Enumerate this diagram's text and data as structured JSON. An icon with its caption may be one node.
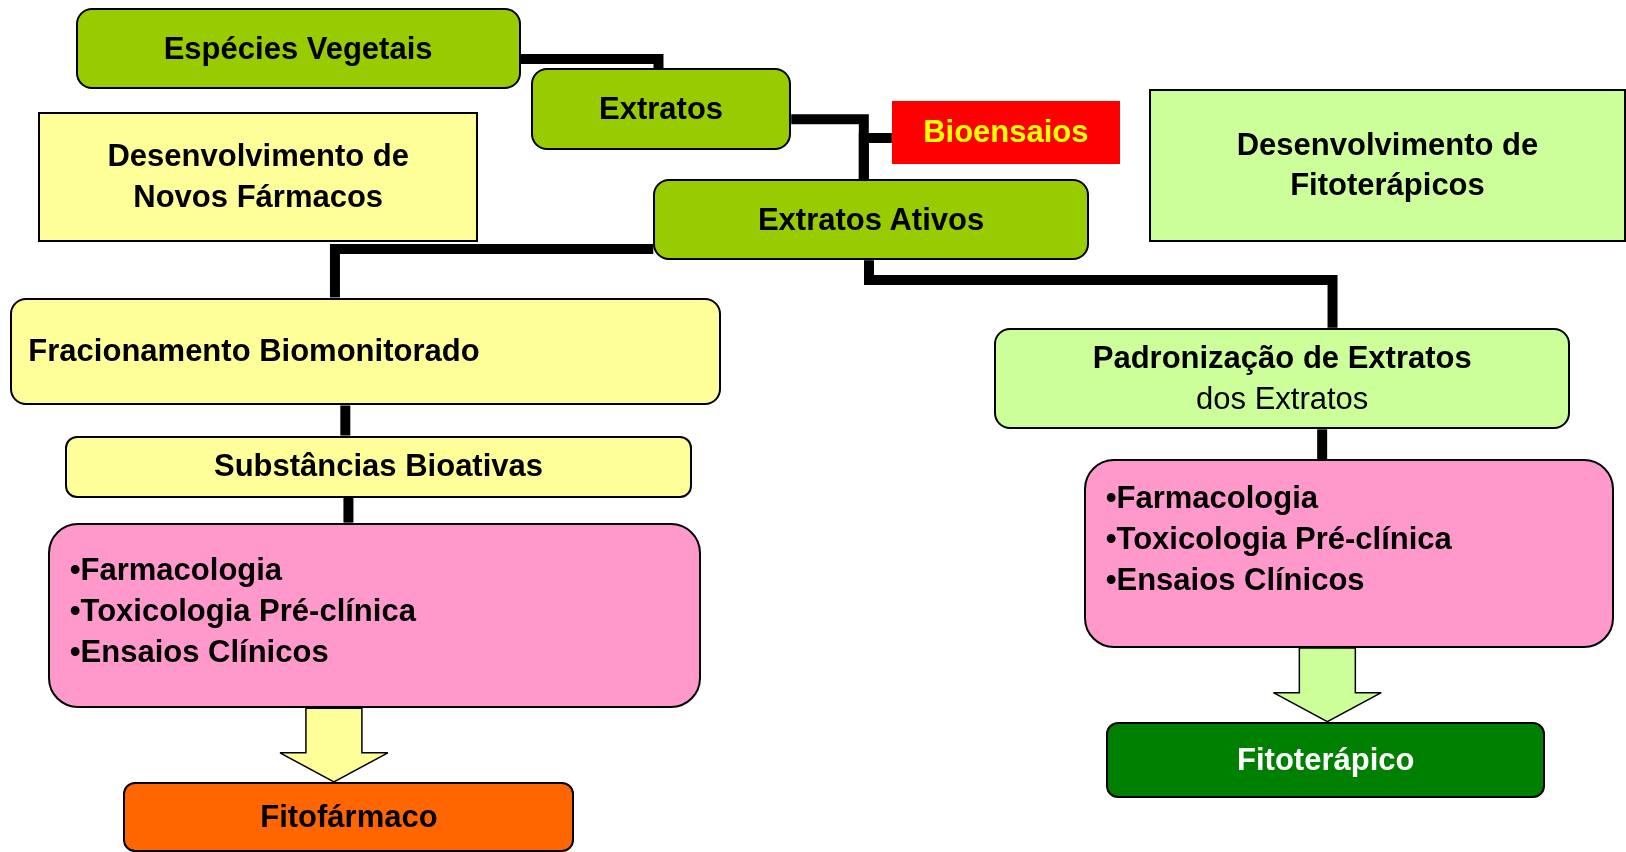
{
  "diagram": {
    "nodes": [
      {
        "text": [
          "Espécies Vegetais"
        ]
      },
      {
        "text": [
          "Extratos"
        ]
      },
      {
        "text": [
          "Bioensaios"
        ]
      },
      {
        "text": [
          "Desenvolvimento de Novos Fármacos"
        ]
      },
      {
        "text": [
          "Desenvolvimento de Fitoterápicos"
        ]
      },
      {
        "text": [
          "Extratos Ativos"
        ]
      },
      {
        "text": [
          "Fracionamento Biomonitorado"
        ]
      },
      {
        "text": [
          "Padronização de Extratos",
          "dos Extratos"
        ]
      },
      {
        "text": [
          "Substâncias Bioativas"
        ]
      },
      {
        "text": [
          "•Farmacologia",
          "•Toxicologia Pré-clínica",
          "•Ensaios Clínicos"
        ]
      },
      {
        "text": [
          "•Farmacologia",
          "•Toxicologia Pré-clínica",
          "•Ensaios Clínicos"
        ]
      },
      {
        "text": [
          "Fitofármaco"
        ]
      },
      {
        "text": [
          "Fitoterápico"
        ]
      }
    ],
    "edges": [
      {
        "from": 0,
        "to": 1,
        "arrow": "none"
      },
      {
        "from": 1,
        "to": 5,
        "arrow": "none"
      },
      {
        "from": 2,
        "to": 5,
        "arrow": "none"
      },
      {
        "from": 5,
        "to": 6,
        "arrow": "none"
      },
      {
        "from": 5,
        "to": 7,
        "arrow": "none"
      },
      {
        "from": 6,
        "to": 8,
        "arrow": "none"
      },
      {
        "from": 8,
        "to": 9,
        "arrow": "none"
      },
      {
        "from": 7,
        "to": 10,
        "arrow": "none"
      },
      {
        "from": 9,
        "to": 11,
        "arrow": "to",
        "color": "#ffff99"
      },
      {
        "from": 10,
        "to": 12,
        "arrow": "to",
        "color": "#ccff99"
      }
    ]
  }
}
